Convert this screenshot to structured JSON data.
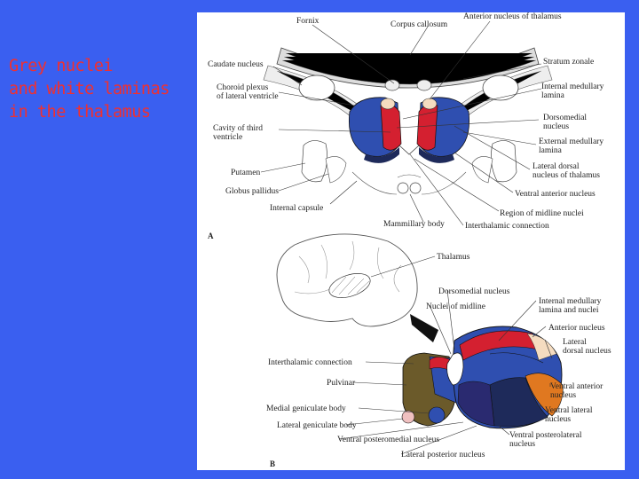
{
  "slide": {
    "title": "Grey nuclei\nand white laminas\nin the thalamus"
  },
  "colors": {
    "background": "#3a5ff0",
    "title": "#f03030",
    "nucleus_blue": "#2f4fb0",
    "nucleus_red": "#d42030",
    "nucleus_orange": "#e07820",
    "pulvinar_olive": "#6b5a2a",
    "dark_navy": "#1e2a5a"
  },
  "figure": {
    "panels": [
      "A",
      "B"
    ],
    "labels_a": {
      "fornix": "Fornix",
      "corpus_callosum": "Corpus callosum",
      "anterior_nucleus": "Anterior nucleus of thalamus",
      "caudate_nucleus": "Caudate nucleus",
      "stratum_zonale": "Stratum zonale",
      "choroid_plexus": "Choroid plexus\nof lateral ventricle",
      "internal_medullary_lamina": "Internal medullary\nlamina",
      "dorsomedial_nucleus": "Dorsomedial\nnucleus",
      "cavity_third_ventricle": "Cavity of third\nventricle",
      "external_medullary_lamina": "External medullary\nlamina",
      "putamen": "Putamen",
      "lateral_dorsal_nucleus": "Lateral dorsal\nnucleus of thalamus",
      "globus_pallidus": "Globus pallidus",
      "ventral_anterior_nucleus": "Ventral anterior nucleus",
      "internal_capsule": "Internal capsule",
      "region_midline_nuclei": "Region of midline nuclei",
      "mammillary_body": "Mammillary body",
      "interthalamic_connection": "Interthalamic connection"
    },
    "labels_b": {
      "thalamus": "Thalamus",
      "dorsomedial_nucleus": "Dorsomedial nucleus",
      "nuclei_of_midline": "Nuclei of midline",
      "internal_medullary_lamina_nuclei": "Internal medullary\nlamina and nuclei",
      "anterior_nucleus": "Anterior nucleus",
      "lateral_dorsal_nucleus": "Lateral\ndorsal nucleus",
      "interthalamic_connection": "Interthalamic connection",
      "pulvinar": "Pulvinar",
      "ventral_anterior_nucleus": "Ventral anterior\nnucleus",
      "medial_geniculate_body": "Medial geniculate body",
      "ventral_lateral_nucleus": "Ventral lateral\nnucleus",
      "lateral_geniculate_body": "Lateral geniculate body",
      "ventral_posteromedial_nucleus": "Ventral posteromedial nucleus",
      "ventral_posterolateral_nucleus": "Ventral posterolateral\nnucleus",
      "lateral_posterior_nucleus": "Lateral posterior nucleus"
    }
  }
}
